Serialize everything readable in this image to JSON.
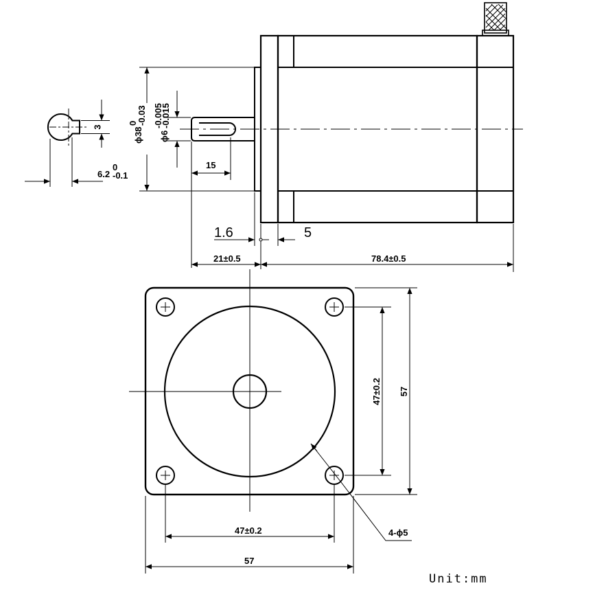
{
  "side_view": {
    "flange_diameter": {
      "symbol": "ϕ",
      "value": "38",
      "tol_upper": "0",
      "tol_lower": "-0.03"
    },
    "shaft_diameter": {
      "symbol": "ϕ",
      "value": "6",
      "tol_upper": "-0.005",
      "tol_lower": "-0.015"
    },
    "shaft_flat_length": "15",
    "pilot_length": "1.6",
    "flange_thickness": "5",
    "shaft_length": "21±0.5",
    "body_length": "78.4±0.5"
  },
  "shaft_section": {
    "flat_depth": "3",
    "flat_width": {
      "value": "6.2",
      "tol_upper": "0",
      "tol_lower": "-0.1"
    }
  },
  "front_view": {
    "hole_spacing_horizontal": "47±0.2",
    "hole_spacing_vertical": "47±0.2",
    "flange_width": "57",
    "flange_height": "57",
    "mounting_holes": "4-ϕ5"
  },
  "unit_label": "Unit:mm"
}
